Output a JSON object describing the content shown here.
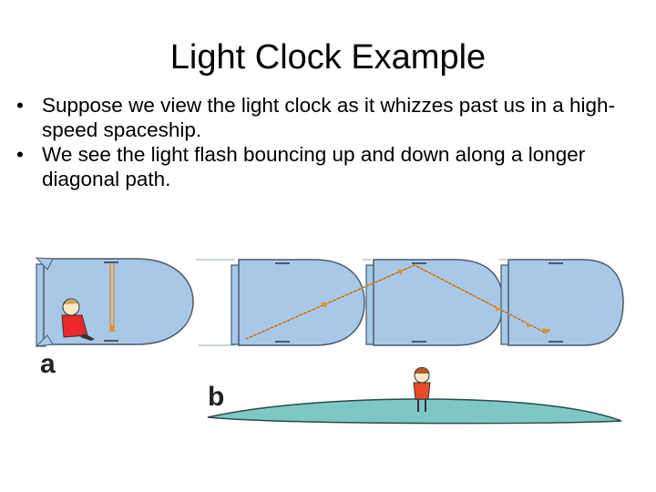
{
  "slide": {
    "title": "Light Clock Example",
    "bullets": [
      "Suppose we view the light clock as it whizzes past us in a high-speed spaceship.",
      "We see the light flash bouncing up and down along a longer diagonal path."
    ]
  },
  "figure": {
    "label_a": "a",
    "label_b": "b",
    "colors": {
      "ship_fill": "#a8c8e8",
      "ship_stroke": "#4a5a6a",
      "light_path": "#e0902a",
      "ground": "#7ec8c4",
      "observer_shirt": "#e94a2a",
      "sitting_shirt": "#e8282a"
    }
  }
}
